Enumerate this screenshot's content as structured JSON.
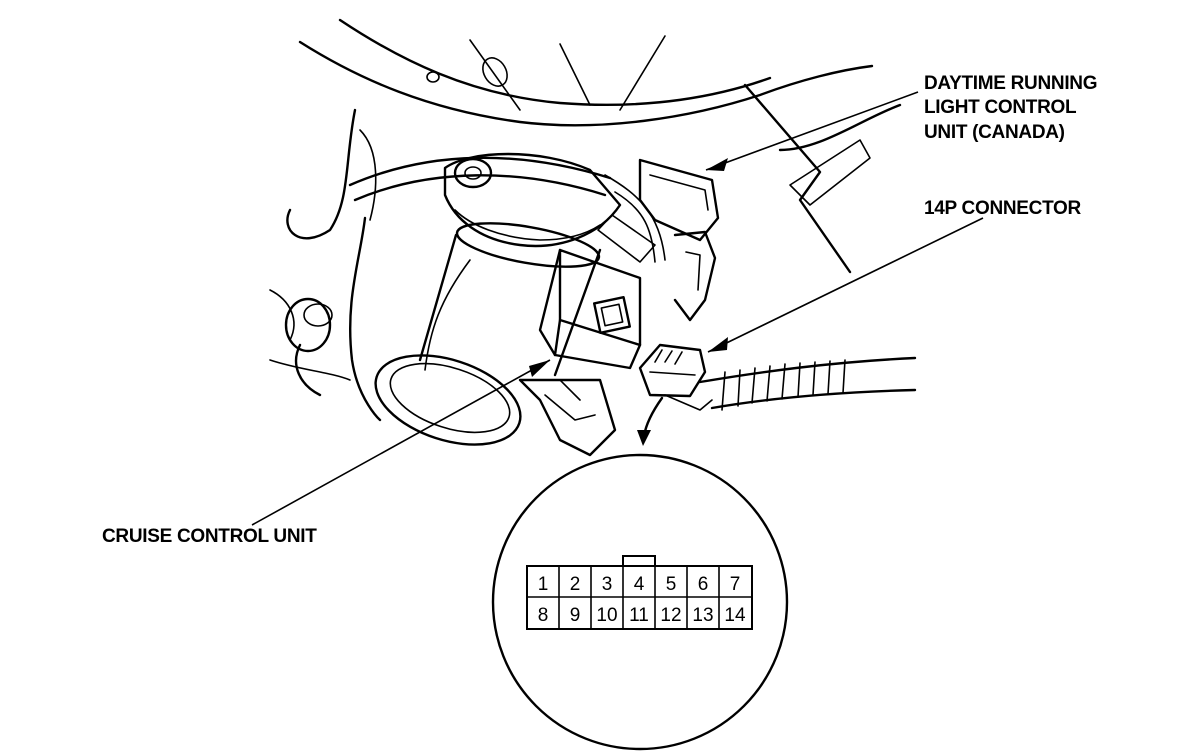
{
  "labels": {
    "drl_line1": "DAYTIME RUNNING",
    "drl_line2": "LIGHT CONTROL",
    "drl_line3": "UNIT (CANADA)",
    "connector": "14P CONNECTOR",
    "cruise": "CRUISE CONTROL UNIT"
  },
  "connector_pins": {
    "top_row": [
      "1",
      "2",
      "3",
      "4",
      "5",
      "6",
      "7"
    ],
    "bottom_row": [
      "8",
      "9",
      "10",
      "11",
      "12",
      "13",
      "14"
    ]
  }
}
